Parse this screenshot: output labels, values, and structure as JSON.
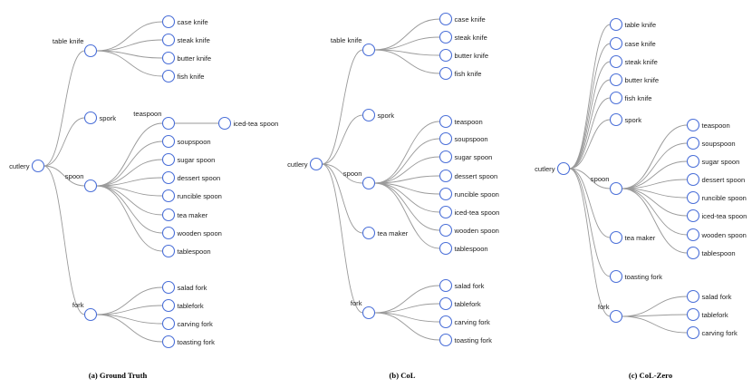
{
  "panels": [
    {
      "caption": "(a) Ground Truth",
      "tree": {
        "label": "cutlery",
        "children": [
          {
            "label": "table knife",
            "children": [
              {
                "label": "case knife"
              },
              {
                "label": "steak knife"
              },
              {
                "label": "butter knife"
              },
              {
                "label": "fish knife"
              }
            ]
          },
          {
            "label": "spork"
          },
          {
            "label": "spoon",
            "children": [
              {
                "label": "teaspoon",
                "children": [
                  {
                    "label": "iced-tea spoon"
                  }
                ]
              },
              {
                "label": "soupspoon"
              },
              {
                "label": "sugar spoon"
              },
              {
                "label": "dessert spoon"
              },
              {
                "label": "runcible spoon"
              },
              {
                "label": "tea maker"
              },
              {
                "label": "wooden spoon"
              },
              {
                "label": "tablespoon"
              }
            ]
          },
          {
            "label": "fork",
            "children": [
              {
                "label": "salad fork"
              },
              {
                "label": "tablefork"
              },
              {
                "label": "carving fork"
              },
              {
                "label": "toasting fork"
              }
            ]
          }
        ]
      }
    },
    {
      "caption": "(b) CoL",
      "tree": {
        "label": "cutlery",
        "children": [
          {
            "label": "table knife",
            "children": [
              {
                "label": "case knife"
              },
              {
                "label": "steak knife"
              },
              {
                "label": "butter knife"
              },
              {
                "label": "fish knife"
              }
            ]
          },
          {
            "label": "spork"
          },
          {
            "label": "spoon",
            "children": [
              {
                "label": "teaspoon"
              },
              {
                "label": "soupspoon"
              },
              {
                "label": "sugar spoon"
              },
              {
                "label": "dessert spoon"
              },
              {
                "label": "runcible spoon"
              },
              {
                "label": "iced-tea spoon"
              },
              {
                "label": "wooden spoon"
              },
              {
                "label": "tablespoon"
              }
            ]
          },
          {
            "label": "tea maker"
          },
          {
            "label": "fork",
            "children": [
              {
                "label": "salad fork"
              },
              {
                "label": "tablefork"
              },
              {
                "label": "carving fork"
              },
              {
                "label": "toasting fork"
              }
            ]
          }
        ]
      }
    },
    {
      "caption": "(c) CoL-Zero",
      "tree": {
        "label": "cutlery",
        "children": [
          {
            "label": "table knife"
          },
          {
            "label": "case knife"
          },
          {
            "label": "steak knife"
          },
          {
            "label": "butter knife"
          },
          {
            "label": "fish knife"
          },
          {
            "label": "spork"
          },
          {
            "label": "spoon",
            "children": [
              {
                "label": "teaspoon"
              },
              {
                "label": "soupspoon"
              },
              {
                "label": "sugar spoon"
              },
              {
                "label": "dessert spoon"
              },
              {
                "label": "runcible spoon"
              },
              {
                "label": "iced-tea spoon"
              },
              {
                "label": "wooden spoon"
              },
              {
                "label": "tablespoon"
              }
            ]
          },
          {
            "label": "tea maker"
          },
          {
            "label": "toasting fork"
          },
          {
            "label": "fork",
            "children": [
              {
                "label": "salad fork"
              },
              {
                "label": "tablefork"
              },
              {
                "label": "carving fork"
              }
            ]
          }
        ]
      }
    }
  ]
}
